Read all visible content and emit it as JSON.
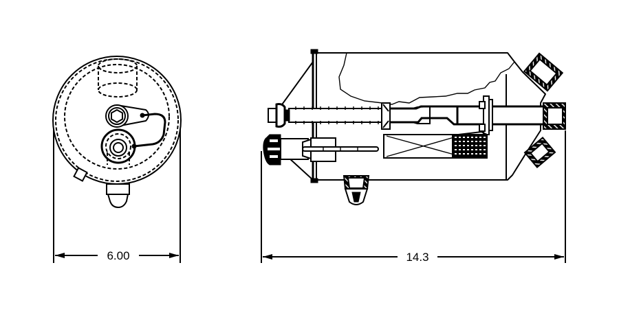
{
  "drawing": {
    "type": "orthographic technical drawing",
    "views": [
      {
        "name": "end-view",
        "description": "circular end view with hex plug, tethered cap, nozzle and bracket"
      },
      {
        "name": "side-view",
        "description": "side section view with cutaway, through rod, filter element and angled ports"
      }
    ],
    "dimensions": {
      "end_view_width": "6.00",
      "side_view_length": "14.3"
    },
    "colors": {
      "line": "#000000",
      "background": "#ffffff"
    }
  }
}
